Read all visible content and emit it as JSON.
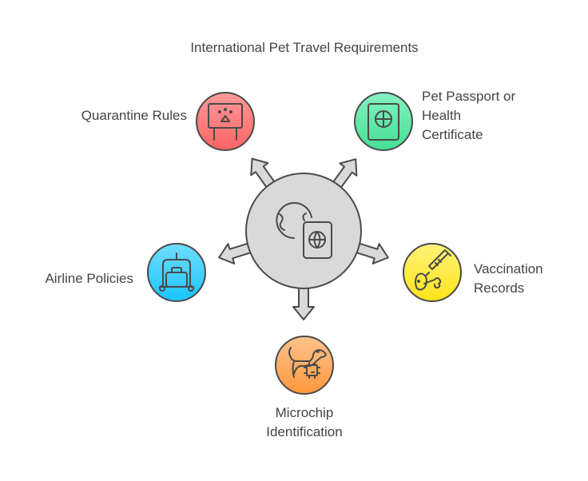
{
  "title": "International Pet Travel Requirements",
  "center": {
    "icon": "globe-passport-icon"
  },
  "nodes": [
    {
      "id": "quarantine",
      "label_lines": [
        "Quarantine Rules"
      ],
      "icon": "quarantine-sign-icon",
      "color_top": "#ff9a9a",
      "color_bottom": "#ff6464"
    },
    {
      "id": "passport",
      "label_lines": [
        "Pet Passport or",
        "Health",
        "Certificate"
      ],
      "icon": "passport-icon",
      "color_top": "#86f2c0",
      "color_bottom": "#44de94"
    },
    {
      "id": "airline",
      "label_lines": [
        "Airline Policies"
      ],
      "icon": "luggage-cart-icon",
      "color_top": "#70dcff",
      "color_bottom": "#1ac6ff"
    },
    {
      "id": "vaccination",
      "label_lines": [
        "Vaccination",
        "Records"
      ],
      "icon": "syringe-meat-bone-icon",
      "color_top": "#fff27a",
      "color_bottom": "#ffe41a"
    },
    {
      "id": "microchip",
      "label_lines": [
        "Microchip",
        "Identification"
      ],
      "icon": "dog-microchip-icon",
      "color_top": "#ffc38e",
      "color_bottom": "#ff983c"
    }
  ]
}
